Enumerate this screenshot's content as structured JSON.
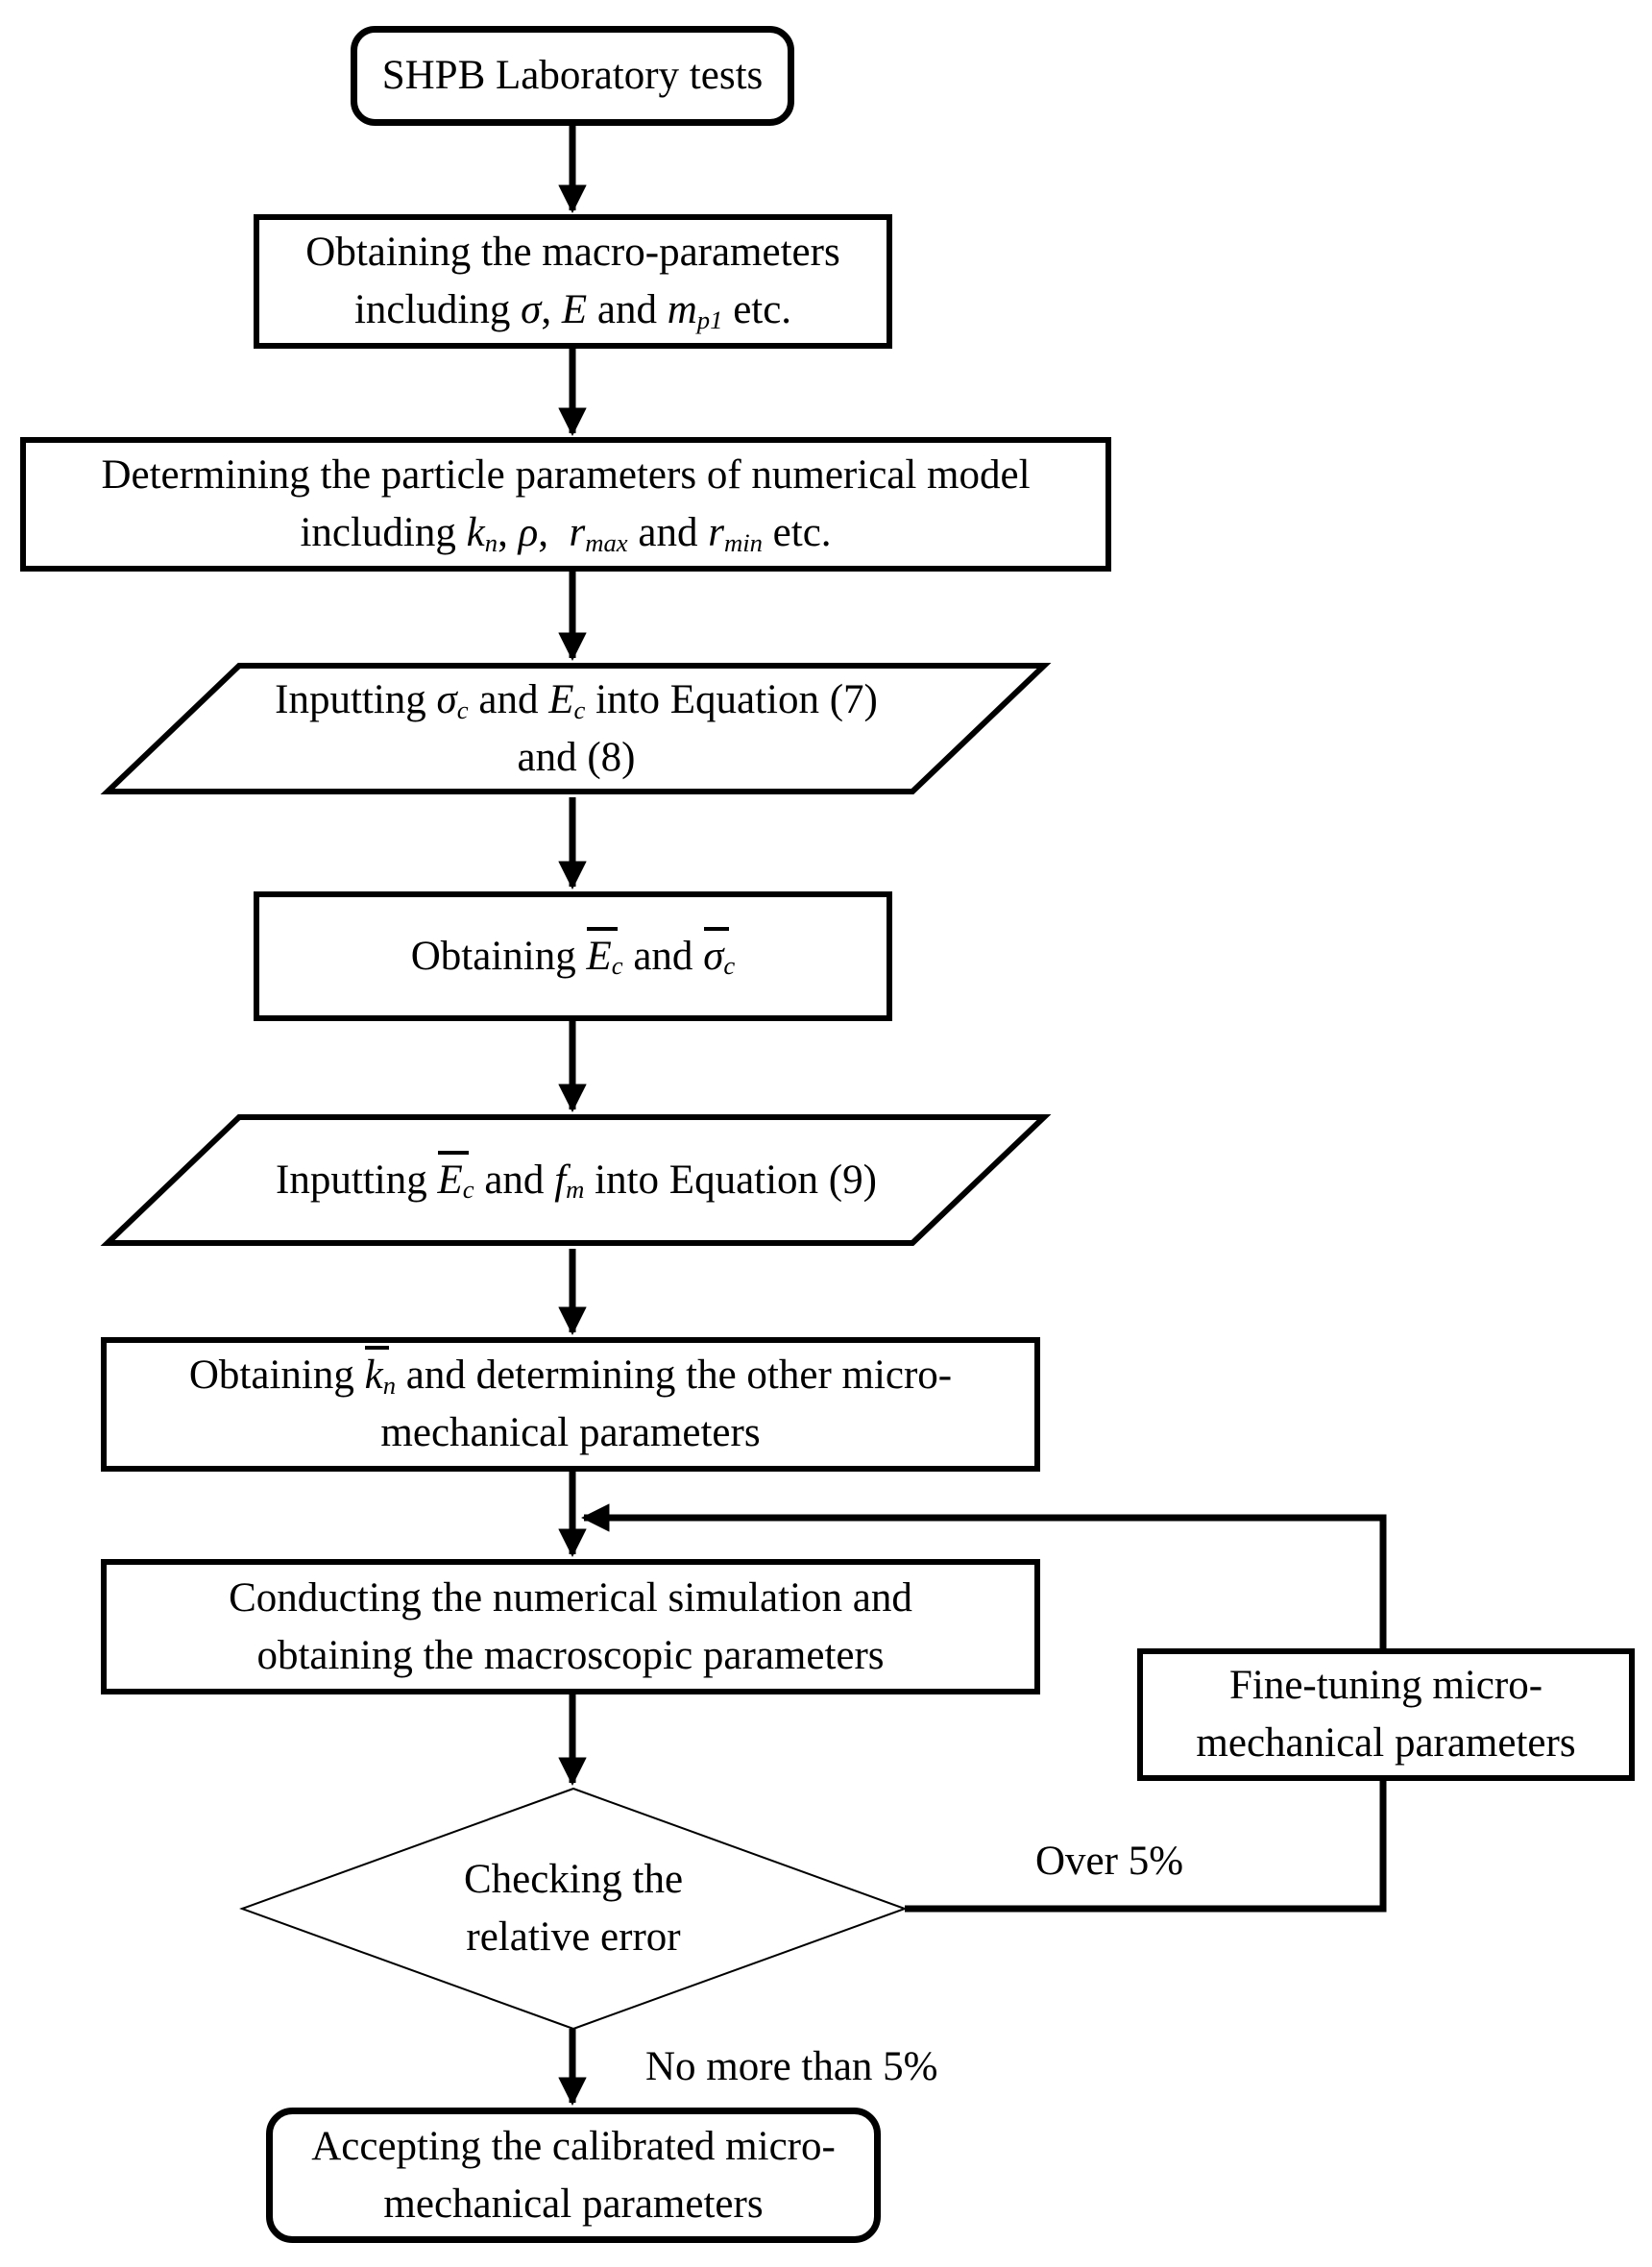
{
  "title": "SHPB micro-mechanical parameter calibration flowchart",
  "colors": {
    "ink": "#000000",
    "background": "#ffffff"
  },
  "nodes": {
    "start": {
      "shape": "rounded-rect",
      "lines": [
        [
          {
            "text": "SHPB Laboratory tests"
          }
        ]
      ]
    },
    "macro": {
      "shape": "rect",
      "lines": [
        [
          {
            "text": "Obtaining the macro-parameters"
          }
        ],
        [
          {
            "text": "including "
          },
          {
            "text": "σ",
            "i": true
          },
          {
            "text": ", "
          },
          {
            "text": "E",
            "i": true
          },
          {
            "text": " and "
          },
          {
            "text": "m",
            "i": true,
            "sub": "p1"
          },
          {
            "text": " etc."
          }
        ]
      ]
    },
    "particle": {
      "shape": "rect",
      "lines": [
        [
          {
            "text": "Determining the particle parameters of numerical model"
          }
        ],
        [
          {
            "text": "including "
          },
          {
            "text": "k",
            "i": true,
            "sub": "n"
          },
          {
            "text": ", "
          },
          {
            "text": "ρ",
            "i": true
          },
          {
            "text": ",  "
          },
          {
            "text": "r",
            "i": true,
            "sub": "max"
          },
          {
            "text": " and "
          },
          {
            "text": "r",
            "i": true,
            "sub": "min"
          },
          {
            "text": " etc."
          }
        ]
      ]
    },
    "input78": {
      "shape": "parallelogram",
      "lines": [
        [
          {
            "text": "Inputting "
          },
          {
            "text": "σ",
            "i": true,
            "sub": "c"
          },
          {
            "text": " and "
          },
          {
            "text": "E",
            "i": true,
            "sub": "c"
          },
          {
            "text": " into Equation (7)"
          }
        ],
        [
          {
            "text": "and (8)"
          }
        ]
      ]
    },
    "obtain_ec": {
      "shape": "rect",
      "lines": [
        [
          {
            "text": "Obtaining "
          },
          {
            "text": "E",
            "i": true,
            "bar": true,
            "sub": "c"
          },
          {
            "text": " and "
          },
          {
            "text": "σ",
            "i": true,
            "bar": true,
            "sub": "c"
          }
        ]
      ]
    },
    "input9": {
      "shape": "parallelogram",
      "lines": [
        [
          {
            "text": "Inputting "
          },
          {
            "text": "E",
            "i": true,
            "bar": true,
            "sub": "c"
          },
          {
            "text": " and "
          },
          {
            "text": "f",
            "i": true,
            "sub": "m"
          },
          {
            "text": " into Equation (9)"
          }
        ]
      ]
    },
    "obtain_kn": {
      "shape": "rect",
      "lines": [
        [
          {
            "text": "Obtaining "
          },
          {
            "text": "k",
            "i": true,
            "bar": true,
            "sub": "n"
          },
          {
            "text": " and determining the other micro-"
          }
        ],
        [
          {
            "text": "mechanical parameters"
          }
        ]
      ]
    },
    "simulate": {
      "shape": "rect",
      "lines": [
        [
          {
            "text": "Conducting the numerical simulation and"
          }
        ],
        [
          {
            "text": "obtaining the macroscopic parameters"
          }
        ]
      ]
    },
    "finetune": {
      "shape": "rect",
      "lines": [
        [
          {
            "text": "Fine-tuning micro-"
          }
        ],
        [
          {
            "text": "mechanical parameters"
          }
        ]
      ]
    },
    "check": {
      "shape": "diamond",
      "lines": [
        [
          {
            "text": "Checking the"
          }
        ],
        [
          {
            "text": "relative error"
          }
        ]
      ]
    },
    "accept": {
      "shape": "rounded-rect",
      "lines": [
        [
          {
            "text": "Accepting the calibrated micro-"
          }
        ],
        [
          {
            "text": "mechanical parameters"
          }
        ]
      ]
    }
  },
  "edge_labels": {
    "over": "Over 5%",
    "no_more": "No more than 5%"
  }
}
